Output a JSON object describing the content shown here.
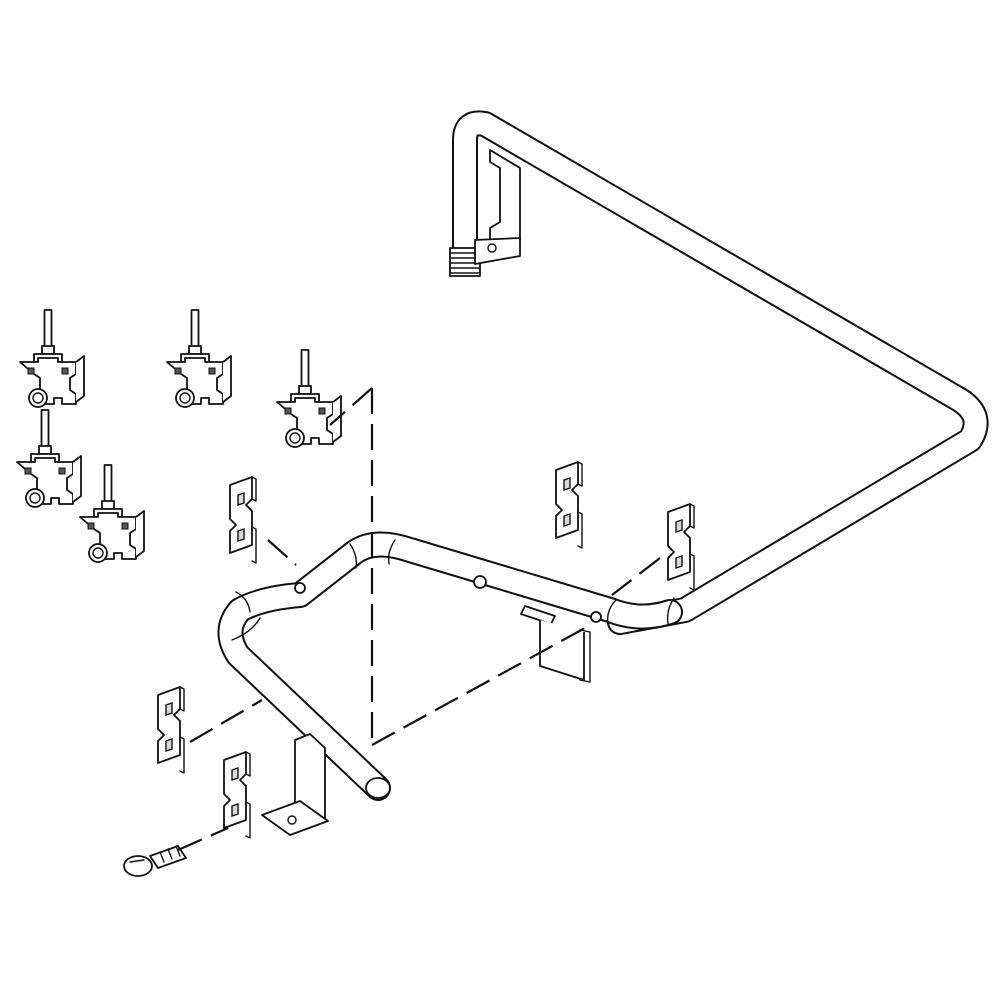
{
  "diagram": {
    "parts": [
      {
        "id": "rear-manifold-pipe",
        "icon": "u-shaped-gas-pipe"
      },
      {
        "id": "front-manifold-pipe",
        "icon": "u-shaped-gas-pipe"
      },
      {
        "id": "burner-valves",
        "count": 5,
        "icon": "gas-valve-icon"
      },
      {
        "id": "valve-clips",
        "count": 5,
        "icon": "spring-clip-icon"
      },
      {
        "id": "mounting-brackets",
        "count": 3,
        "icon": "l-bracket-icon"
      },
      {
        "id": "screw",
        "count": 1,
        "icon": "screw-icon"
      }
    ],
    "colors": {
      "line": "#111111",
      "background": "#ffffff"
    }
  }
}
